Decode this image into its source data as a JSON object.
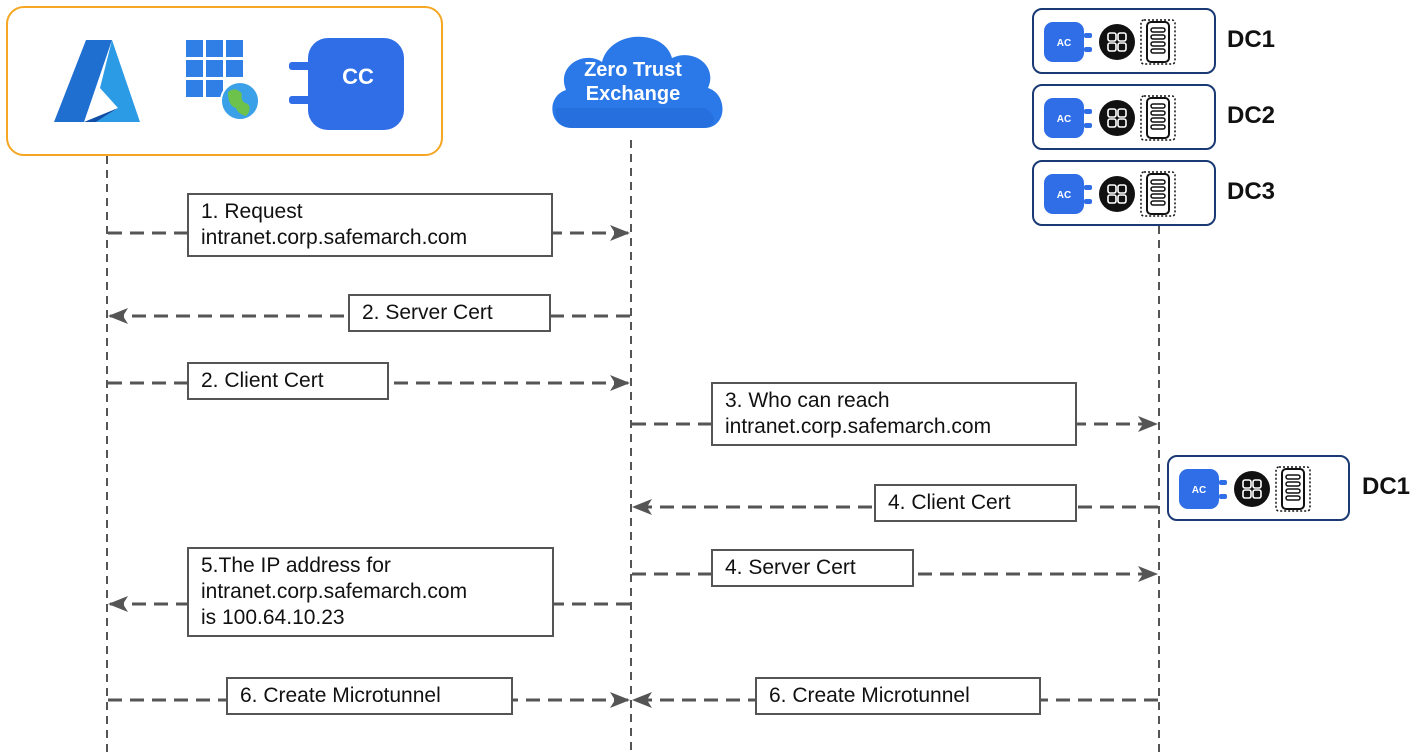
{
  "client": {
    "icons": [
      "azure-logo-icon",
      "windows-globe-icon",
      "client-connector-icon"
    ],
    "connector_label": "CC"
  },
  "exchange": {
    "line1": "Zero Trust",
    "line2": "Exchange"
  },
  "data_centers": [
    {
      "label": "DC1"
    },
    {
      "label": "DC2"
    },
    {
      "label": "DC3"
    }
  ],
  "responder": {
    "label": "DC1"
  },
  "connector_badge": "AC",
  "messages": {
    "m1": {
      "line1": "1. Request",
      "line2": "intranet.corp.safemarch.com"
    },
    "m2": {
      "line1": "2. Server Cert"
    },
    "m3": {
      "line1": "2. Client Cert"
    },
    "m4": {
      "line1": "3. Who can reach",
      "line2": "intranet.corp.safemarch.com"
    },
    "m5": {
      "line1": "4. Client Cert"
    },
    "m6": {
      "line1": "5.The IP address for",
      "line2": "intranet.corp.safemarch.com",
      "line3": "is 100.64.10.23"
    },
    "m7": {
      "line1": "4. Server Cert"
    },
    "m8": {
      "line1": "6. Create Microtunnel"
    },
    "m9": {
      "line1": "6. Create Microtunnel"
    }
  },
  "colors": {
    "client_border": "#f5a623",
    "dc_border": "#1b3a73",
    "connector_blue": "#2f6ee6",
    "cloud_blue": "#2b79e8",
    "line_gray": "#555555"
  }
}
